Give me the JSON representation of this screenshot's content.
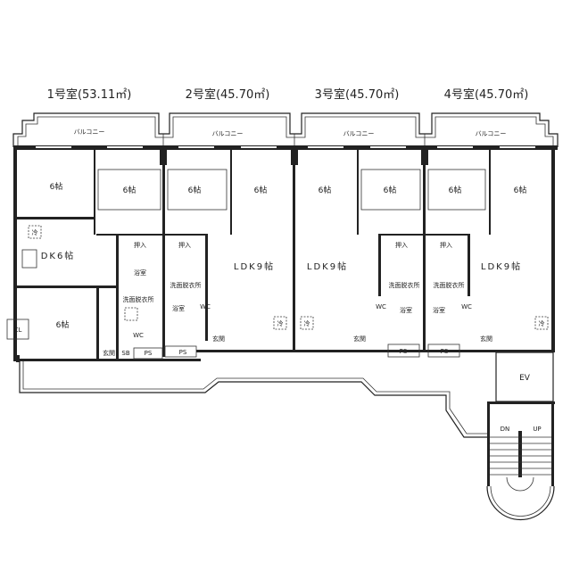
{
  "units": [
    {
      "title": "1号室(53.11㎡)"
    },
    {
      "title": "2号室(45.70㎡)"
    },
    {
      "title": "3号室(45.70㎡)"
    },
    {
      "title": "4号室(45.70㎡)"
    }
  ],
  "balcony_label": "バルコニー",
  "rooms": {
    "japanese_6": "6帖",
    "dk6": "DK6帖",
    "ldk9": "LDK9帖",
    "closet": "押入",
    "bath": "浴室",
    "washroom": "洗面脱衣所",
    "wc": "WC",
    "ps": "PS",
    "entrance": "玄関",
    "cl": "CL",
    "shoebox": "SB",
    "fridge": "冷",
    "ev": "EV",
    "dn": "DN",
    "up": "UP"
  }
}
